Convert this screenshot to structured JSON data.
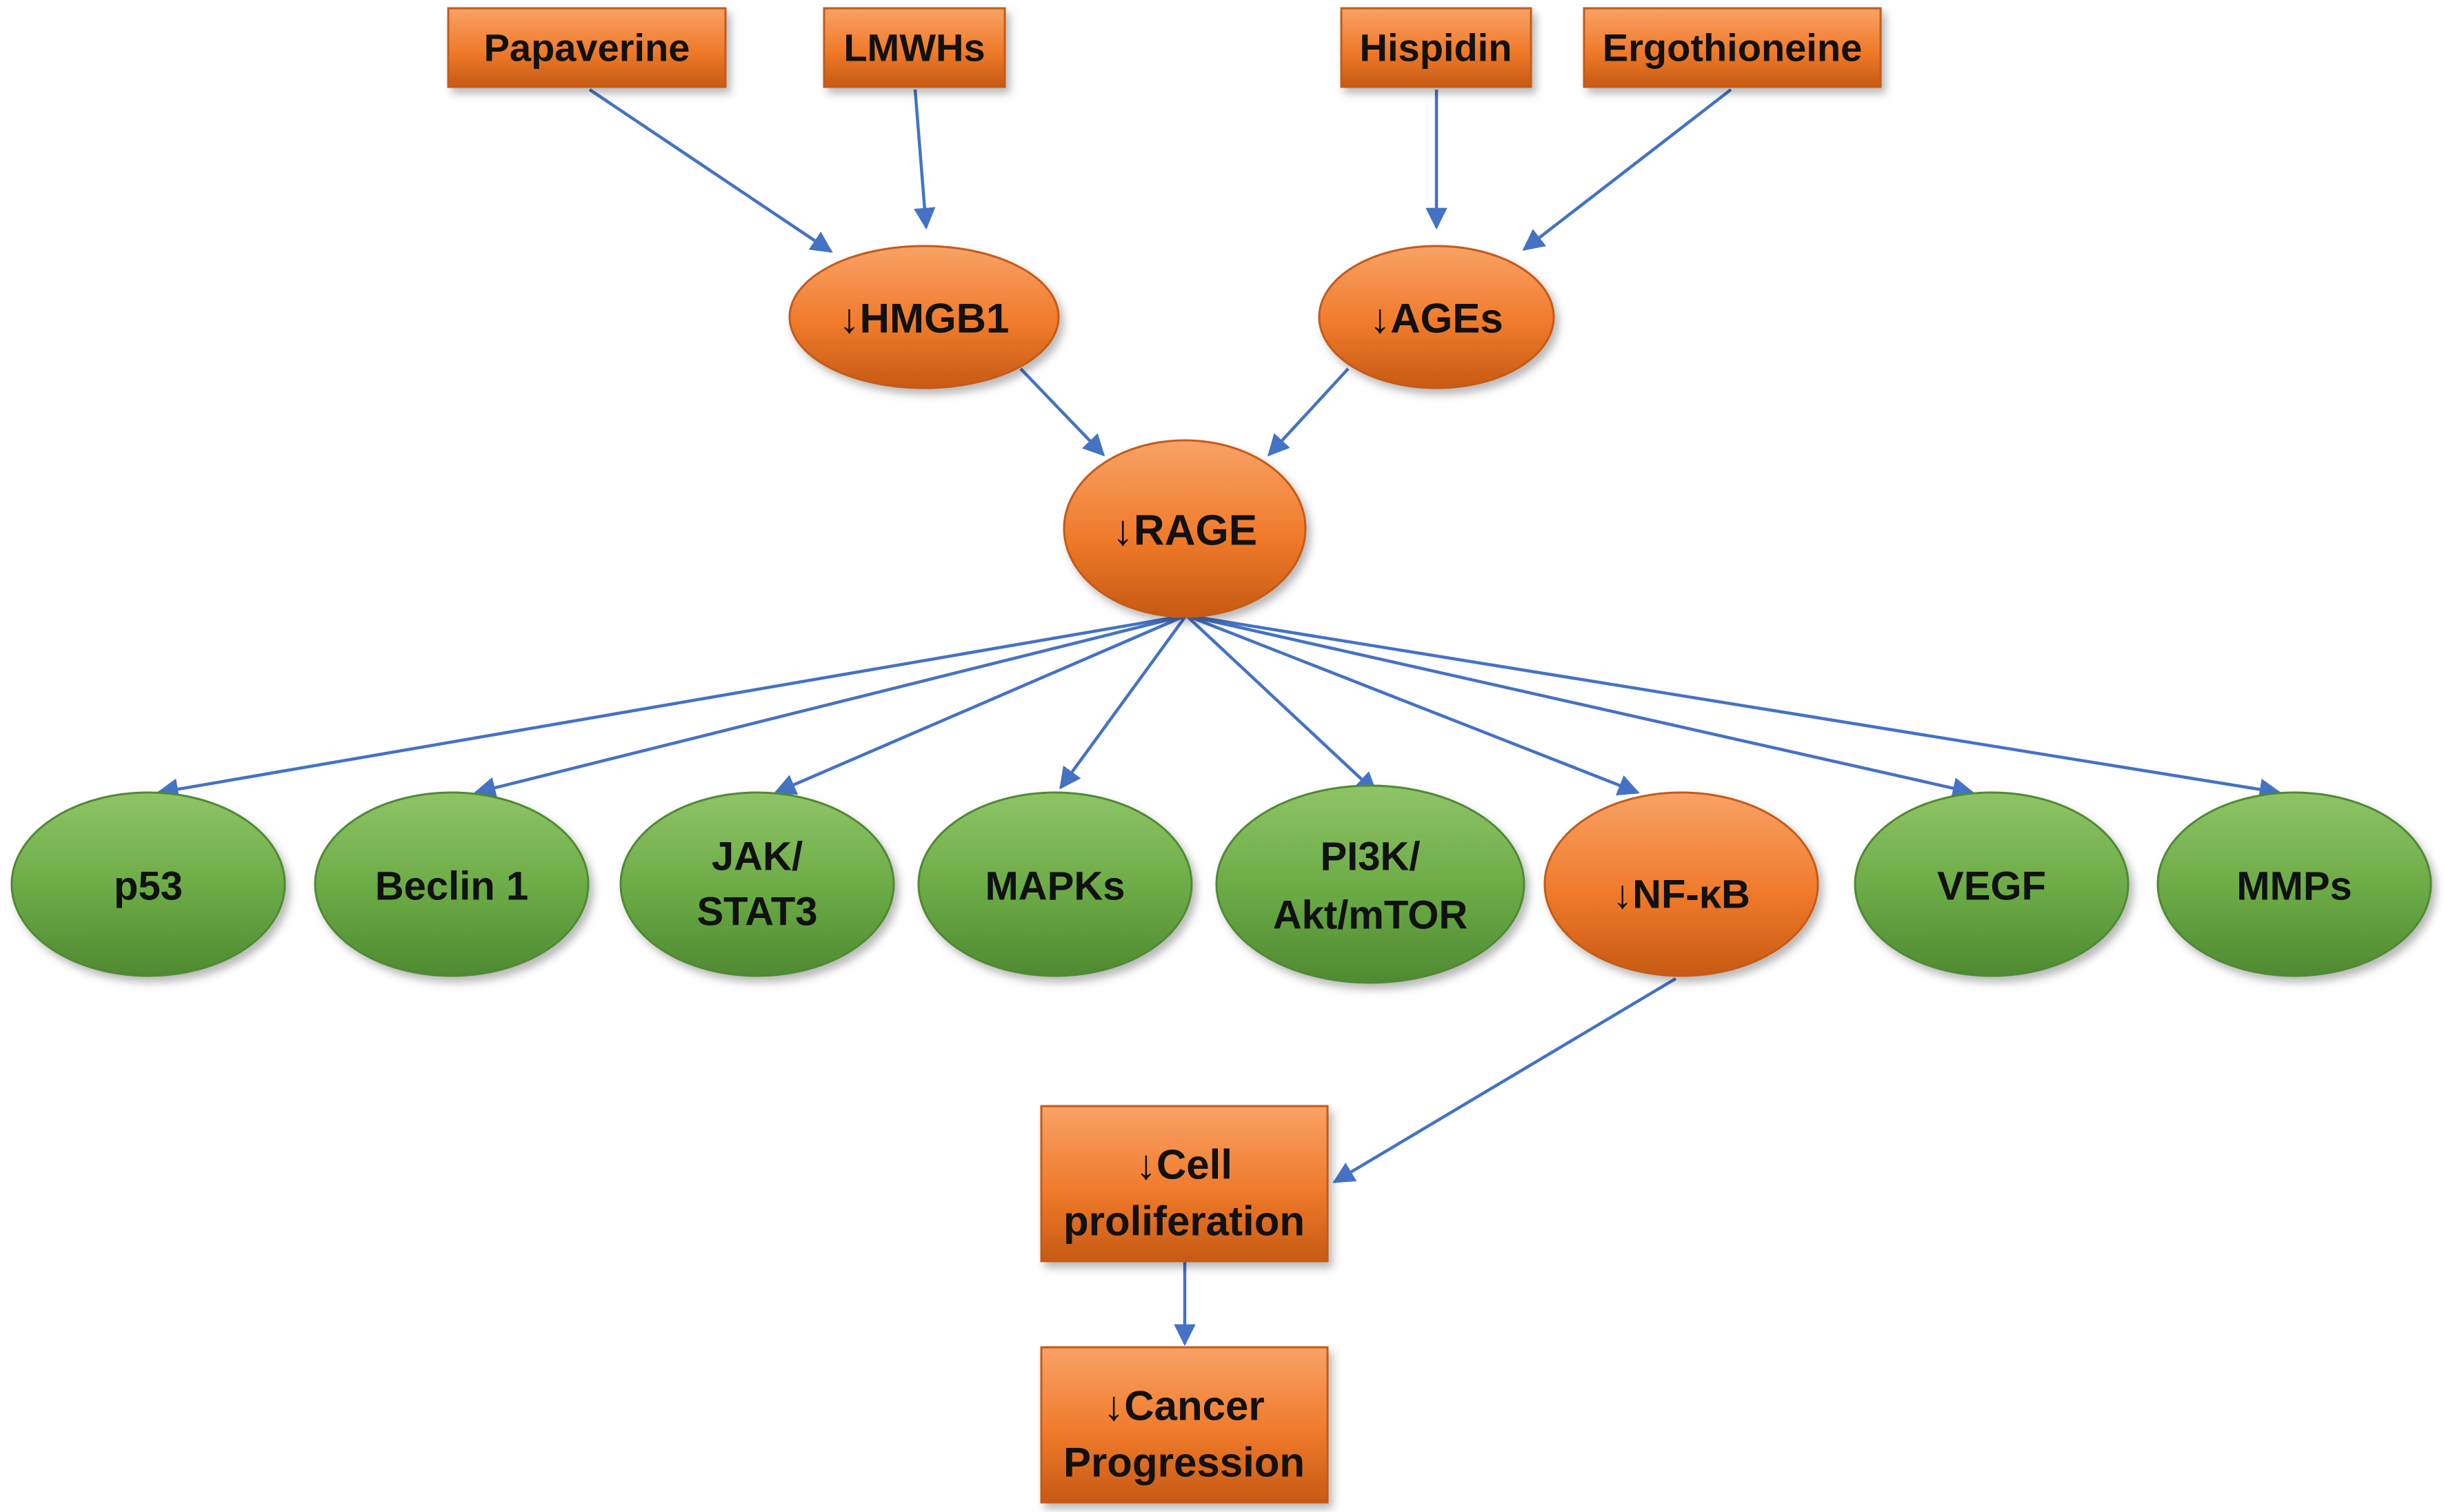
{
  "colors": {
    "orange": "#f07a2a",
    "orange_border": "#c65a14",
    "orange_highlight": "#f9a266",
    "green": "#6aaa45",
    "green_border": "#4f8a32",
    "green_highlight": "#8fc466",
    "arrow": "#4472c4"
  },
  "nodes": {
    "papaverine": "Papaverine",
    "lmwhs": "LMWHs",
    "hispidin": "Hispidin",
    "ergothioneine": "Ergothioneine",
    "hmgb1": "↓HMGB1",
    "ages": "↓AGEs",
    "rage": "↓RAGE",
    "p53": "p53",
    "beclin1": "Beclin 1",
    "jak_stat3": [
      "JAK/",
      "STAT3"
    ],
    "mapks": "MAPKs",
    "pi3k": [
      "PI3K/",
      "Akt/mTOR"
    ],
    "nfkb": "↓NF-κB",
    "vegf": "VEGF",
    "mmps": "MMPs",
    "cell_proliferation": [
      "↓Cell",
      "proliferation"
    ],
    "cancer_progression": [
      "↓Cancer",
      "Progression"
    ]
  }
}
